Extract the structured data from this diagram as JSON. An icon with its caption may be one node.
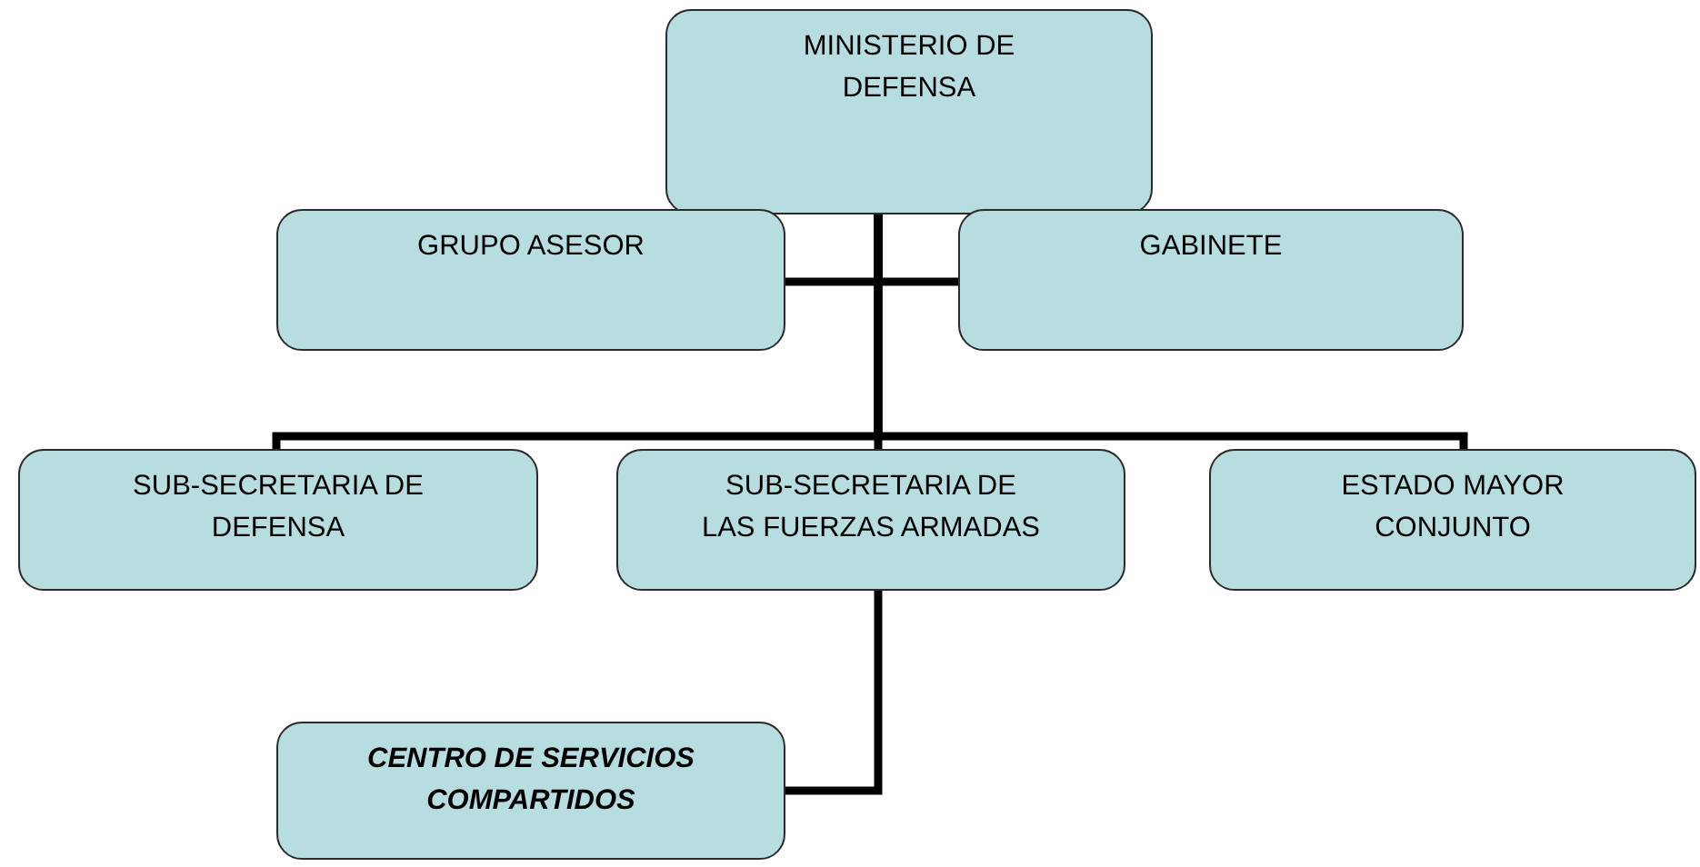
{
  "diagram": {
    "nodes": [
      {
        "text": [
          "MINISTERIO DE DEFENSA"
        ]
      },
      {
        "text": [
          "GRUPO ASESOR"
        ]
      },
      {
        "text": [
          "GABINETE"
        ]
      },
      {
        "text": [
          "SUB-SECRETARIA DE DEFENSA"
        ]
      },
      {
        "text": [
          "SUB-SECRETARIA DE LAS FUERZAS ARMADAS"
        ]
      },
      {
        "text": [
          "ESTADO MAYOR CONJUNTO"
        ]
      },
      {
        "text": [
          "CENTRO DE SERVICIOS COMPARTIDOS"
        ]
      }
    ],
    "edges": [
      {
        "from": 0,
        "to": 1,
        "arrow": "none"
      },
      {
        "from": 0,
        "to": 2,
        "arrow": "none"
      },
      {
        "from": 0,
        "to": 3,
        "arrow": "none"
      },
      {
        "from": 0,
        "to": 4,
        "arrow": "none"
      },
      {
        "from": 0,
        "to": 5,
        "arrow": "none"
      },
      {
        "from": 4,
        "to": 6,
        "arrow": "none"
      }
    ]
  }
}
